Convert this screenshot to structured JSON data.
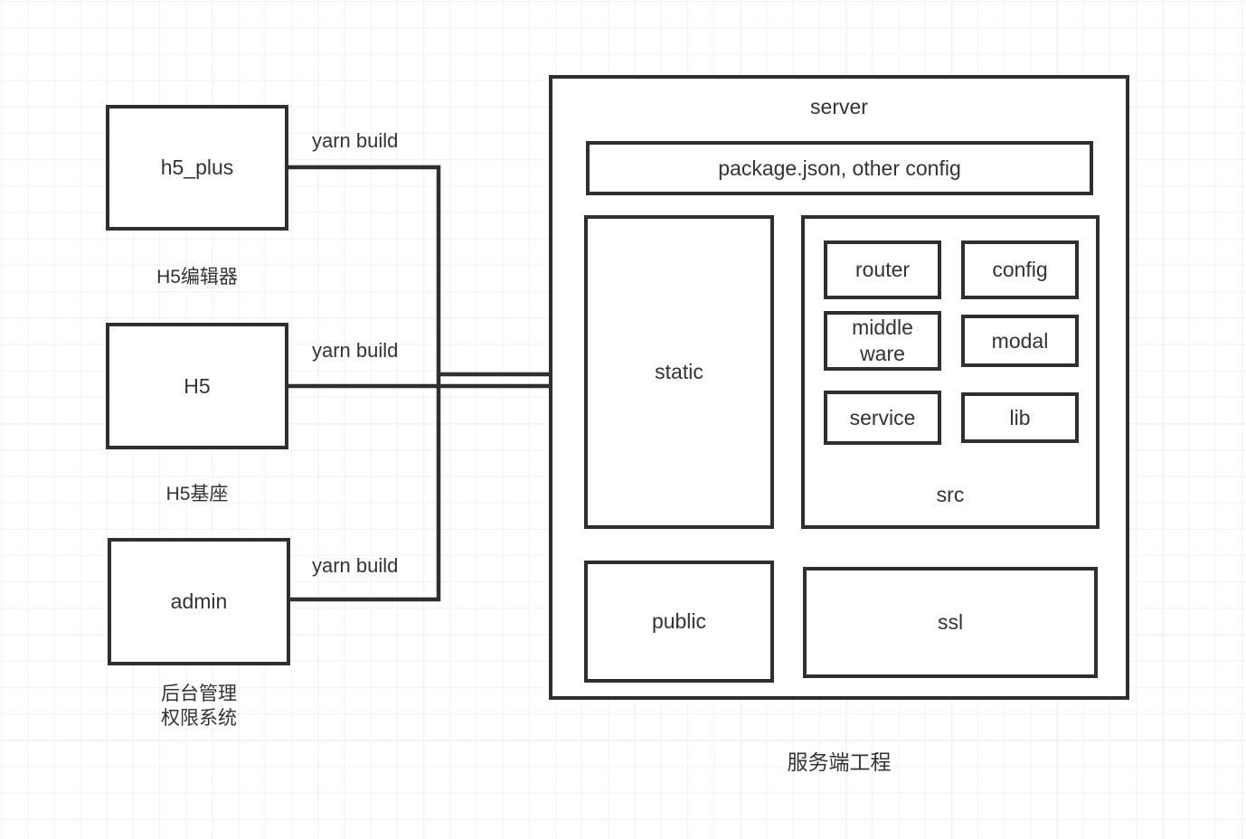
{
  "diagram": {
    "title_caption": "服务端工程",
    "accent_color": "#2f2f2f",
    "background_color": "#ffffff",
    "grid_color": "#f2f2f2"
  },
  "sources": [
    {
      "id": "h5_plus",
      "label": "h5_plus",
      "caption": "H5编辑器",
      "edge_label": "yarn build"
    },
    {
      "id": "h5",
      "label": "H5",
      "caption": "H5基座",
      "edge_label": "yarn build"
    },
    {
      "id": "admin",
      "label": "admin",
      "caption": "后台管理\n权限系统",
      "edge_label": "yarn build"
    }
  ],
  "server": {
    "title": "server",
    "config_row": {
      "label": "package.json, other config"
    },
    "static": {
      "label": "static"
    },
    "src": {
      "label": "src",
      "modules": [
        {
          "label": "router"
        },
        {
          "label": "config"
        },
        {
          "label": "middle\nware"
        },
        {
          "label": "modal"
        },
        {
          "label": "service"
        },
        {
          "label": "lib"
        }
      ]
    },
    "public": {
      "label": "public"
    },
    "ssl": {
      "label": "ssl"
    }
  }
}
